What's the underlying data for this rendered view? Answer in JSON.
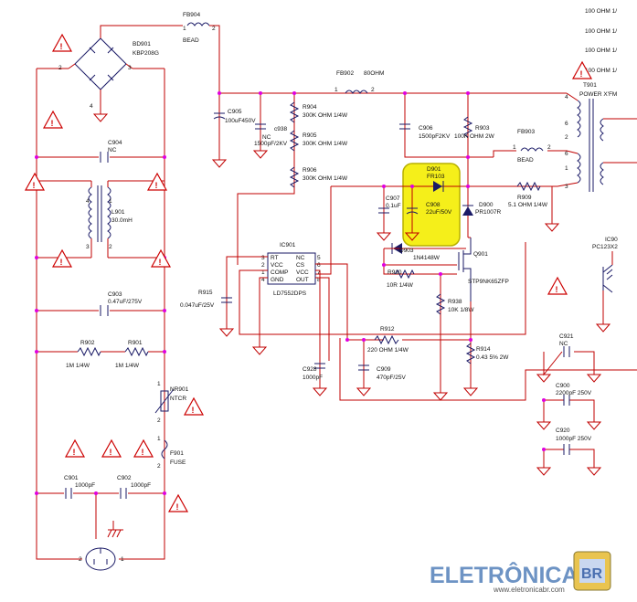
{
  "schematic": {
    "components": {
      "fb904": {
        "ref": "FB904",
        "value": "BEAD"
      },
      "bd901": {
        "ref": "BD901",
        "value": "KBP208G"
      },
      "fb902": {
        "ref": "FB902",
        "value": "80OHM"
      },
      "c905": {
        "ref": "C905",
        "value": "100uF450V"
      },
      "c938": {
        "ref": "c938",
        "nc": "NC",
        "value": "1500pF/2KV"
      },
      "r904": {
        "ref": "R904",
        "value": "300K OHM 1/4W"
      },
      "r905": {
        "ref": "R905",
        "value": "300K OHM 1/4W"
      },
      "r906": {
        "ref": "R906",
        "value": "300K OHM 1/4W"
      },
      "c906": {
        "ref": "C906",
        "value": "1500pF2KV"
      },
      "r903": {
        "ref": "R903",
        "value": "100K OHM 2W"
      },
      "fb903": {
        "ref": "FB903",
        "value": "BEAD"
      },
      "t901": {
        "ref": "T901",
        "value": "POWER X'FM"
      },
      "c904": {
        "ref": "C904",
        "value": "NC"
      },
      "l901": {
        "ref": "L901",
        "value": "30.0mH"
      },
      "d901": {
        "ref": "D901",
        "value": "FR103"
      },
      "c907": {
        "ref": "C907",
        "value": "0.1uF"
      },
      "c908": {
        "ref": "C908",
        "value": "22uF/50V"
      },
      "d900": {
        "ref": "D900",
        "value": "PR1007R"
      },
      "r909": {
        "ref": "R909",
        "value": "5.1 OHM 1/4W"
      },
      "ic901": {
        "ref": "IC901",
        "part": "LD7552DPS"
      },
      "d903": {
        "ref": "D903",
        "value": "1N4148W"
      },
      "q901": {
        "ref": "Q901",
        "value": "STP9NK65ZFP"
      },
      "r910": {
        "ref": "R910",
        "value": "10R 1/4W"
      },
      "r915": {
        "ref": "R915",
        "value": "0.047uF/25V"
      },
      "r938": {
        "ref": "R938",
        "value": "10K 1/8W"
      },
      "c903": {
        "ref": "C903",
        "value": "0.47uF/275V"
      },
      "r902": {
        "ref": "R902",
        "value": "1M 1/4W"
      },
      "r901": {
        "ref": "R901",
        "value": "1M 1/4W"
      },
      "r912": {
        "ref": "R912",
        "value": "220 OHM 1/4W"
      },
      "c928": {
        "ref": "C928",
        "value": "1000pF"
      },
      "c909": {
        "ref": "C909",
        "value": "470pF/25V"
      },
      "r914": {
        "ref": "R914",
        "value": "0.43 5% 2W"
      },
      "c921": {
        "ref": "C921",
        "value": "NC"
      },
      "c900": {
        "ref": "C900",
        "value": "2200pF 250V"
      },
      "c920": {
        "ref": "C920",
        "value": "1000pF 250V"
      },
      "nr901": {
        "ref": "NR901",
        "value": "NTCR"
      },
      "f901": {
        "ref": "F901",
        "value": "FUSE"
      },
      "c901": {
        "ref": "C901",
        "value": "1000pF"
      },
      "c902": {
        "ref": "C902",
        "value": "1000pF"
      },
      "ic90x": {
        "ref": "IC90",
        "value": "PC123X2"
      }
    },
    "ic901_pins": {
      "left": [
        "RT",
        "VCC",
        "COMP",
        "GND"
      ],
      "right": [
        "NC",
        "CS",
        "VCC",
        "OUT"
      ],
      "left_numbers": [
        "3",
        "2",
        "1",
        "4"
      ],
      "right_numbers": [
        "5",
        "6",
        "7",
        "8"
      ]
    },
    "top_right_labels": [
      "100 OHM 1/",
      "100 OHM 1/",
      "100 OHM 1/",
      "100 OHM 1/"
    ],
    "pin_numbers": {
      "bridge": [
        "2",
        "3",
        "4"
      ],
      "l901": [
        "4",
        "1",
        "3",
        "2"
      ],
      "t901": [
        "4",
        "6",
        "2",
        "6",
        "3",
        "1"
      ],
      "nr901": [
        "1",
        "2"
      ],
      "f901": [
        "1",
        "2"
      ],
      "connector": [
        "2",
        "1"
      ],
      "fb904": [
        "1",
        "2"
      ],
      "fb902": [
        "1",
        "2"
      ],
      "fb903": [
        "1",
        "2"
      ]
    },
    "highlight_color": "#f5ef1a",
    "wire_color": "#c00000"
  },
  "watermark": {
    "brand": "ELETRÔNICA",
    "badge": "BR",
    "url": "www.eletronicabr.com"
  }
}
